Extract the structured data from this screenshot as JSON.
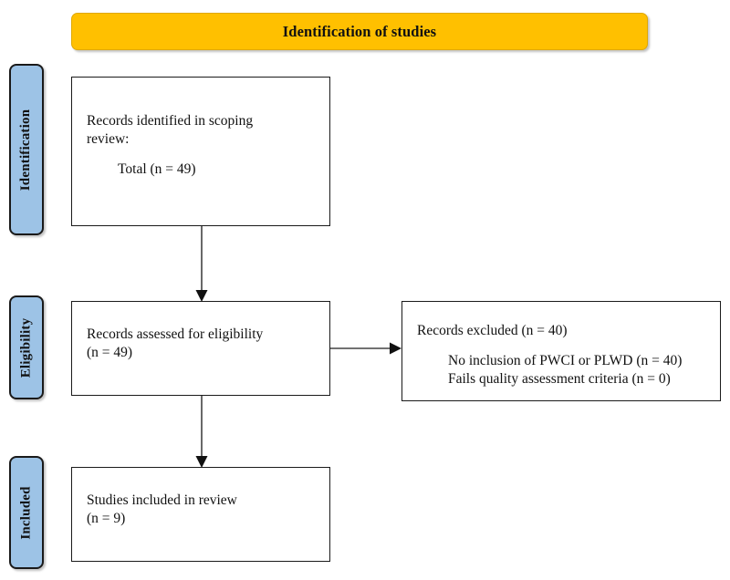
{
  "diagram": {
    "title": "Identification of studies",
    "colors": {
      "banner": "#FFC000",
      "stage_label": "#9DC3E6",
      "border": "#1A1A1A",
      "text": "#111111",
      "background": "#FFFFFF"
    }
  },
  "stages": [
    {
      "id": "identification",
      "label": "Identification"
    },
    {
      "id": "eligibility",
      "label": "Eligibility"
    },
    {
      "id": "included",
      "label": "Included"
    }
  ],
  "boxes": {
    "identified": {
      "line1": "Records identified in scoping",
      "line2": "review:",
      "line3": "Total (n = 49)"
    },
    "eligibility": {
      "line1": "Records assessed for eligibility",
      "line2": "(n = 49)"
    },
    "excluded": {
      "line1": "Records excluded (n = 40)",
      "line2": "No inclusion of PWCI or PLWD (n = 40)",
      "line3": "Fails quality assessment criteria (n = 0)"
    },
    "included": {
      "line1": "Studies included in review",
      "line2": "(n = 9)"
    }
  },
  "arrows": [
    {
      "id": "identified-to-eligibility",
      "direction": "down"
    },
    {
      "id": "eligibility-to-excluded",
      "direction": "right"
    },
    {
      "id": "eligibility-to-included",
      "direction": "down"
    }
  ]
}
